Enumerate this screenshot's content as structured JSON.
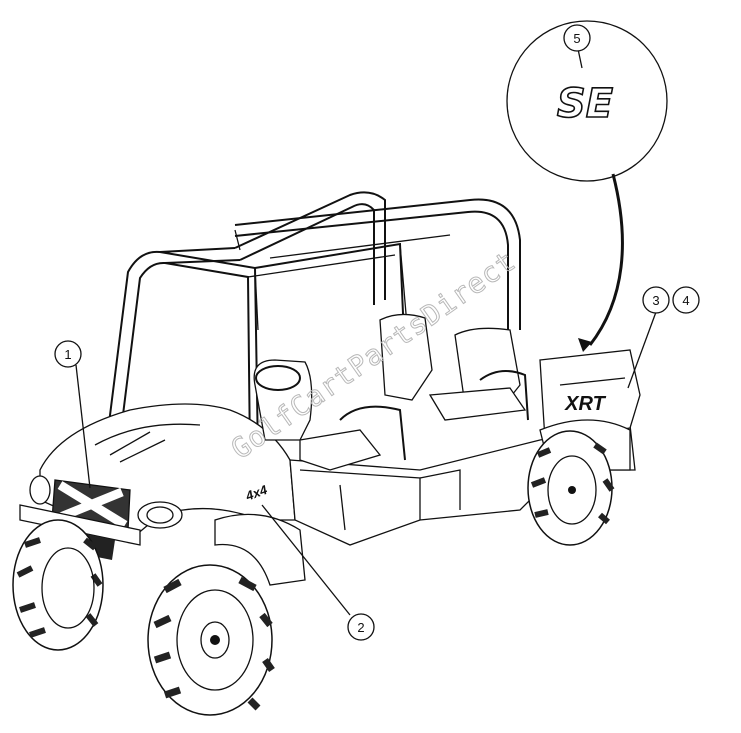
{
  "callouts": [
    {
      "id": "1",
      "label": "1"
    },
    {
      "id": "2",
      "label": "2"
    },
    {
      "id": "3",
      "label": "3"
    },
    {
      "id": "4",
      "label": "4"
    },
    {
      "id": "5",
      "label": "5"
    }
  ],
  "detail": {
    "decal_text": "SE"
  },
  "decals": {
    "hood_badge": "4x4",
    "bed_badge": "XRT"
  },
  "watermark": "GolfCartPartsDirect",
  "colors": {
    "line": "#111111",
    "background": "#ffffff",
    "watermark": "#b8b8b8"
  }
}
